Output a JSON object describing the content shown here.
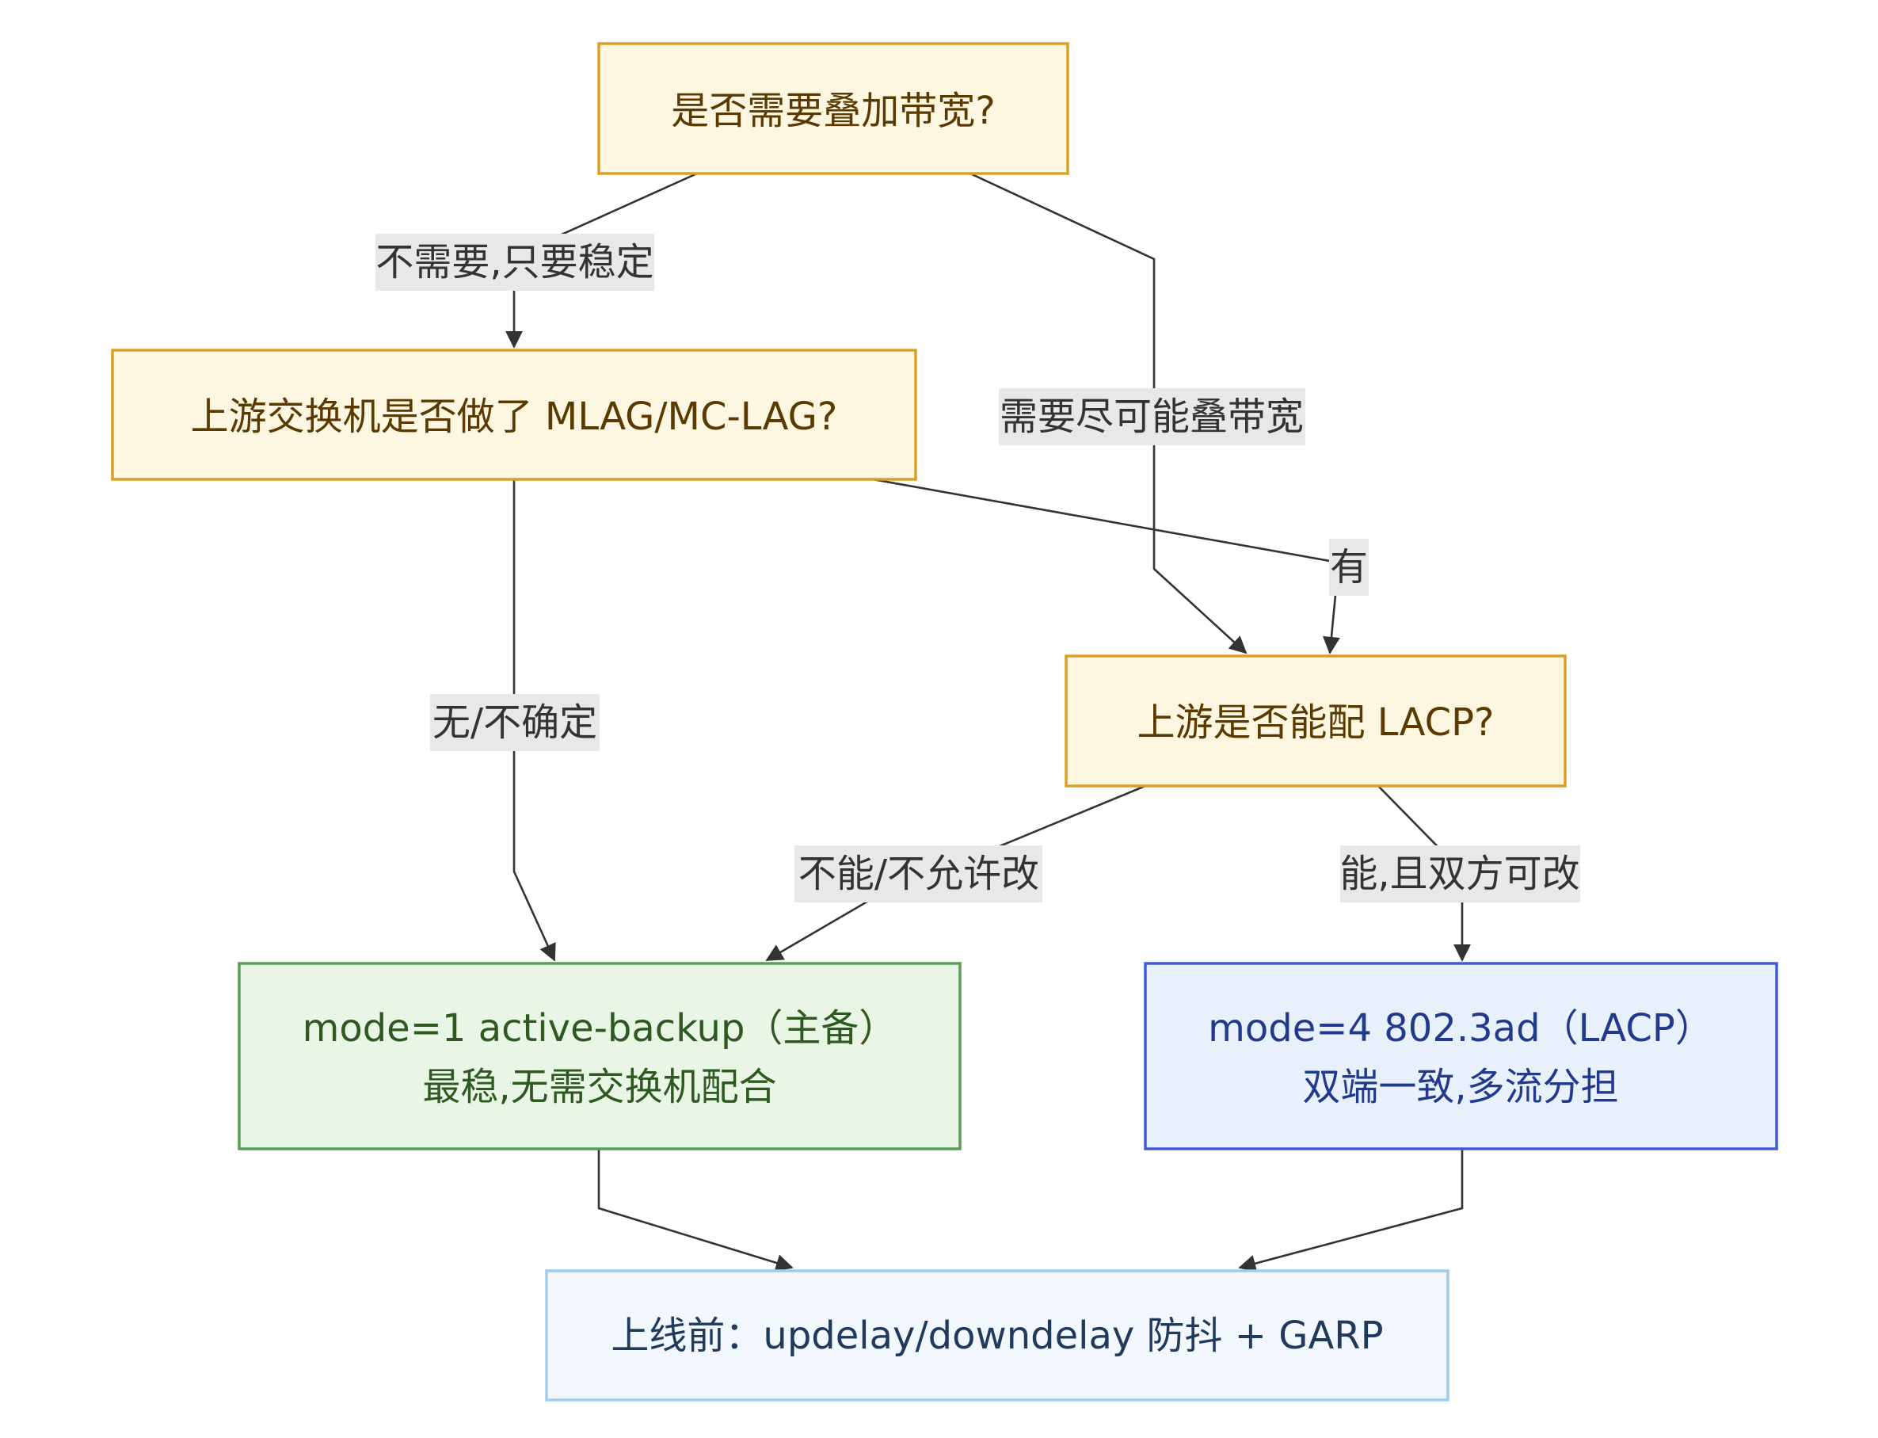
{
  "nodes": {
    "q_bandwidth": {
      "text": "是否需要叠加带宽?",
      "fill": "#fdf7e1",
      "stroke": "#d8a024",
      "text_color": "#5a3a00"
    },
    "q_mlag": {
      "text": "上游交换机是否做了 MLAG/MC-LAG?",
      "fill": "#fdf7e1",
      "stroke": "#d8a024",
      "text_color": "#5a3a00"
    },
    "q_lacp": {
      "text": "上游是否能配 LACP?",
      "fill": "#fdf7e1",
      "stroke": "#d8a024",
      "text_color": "#5a3a00"
    },
    "mode1": {
      "line1": "mode=1 active-backup（主备）",
      "line2": "最稳,无需交换机配合",
      "fill": "#eaf6e5",
      "stroke": "#5a9e55",
      "text_color": "#2e5a22"
    },
    "mode4": {
      "line1": "mode=4 802.3ad（LACP）",
      "line2": "双端一致,多流分担",
      "fill": "#e8f0fb",
      "stroke": "#3d5bd6",
      "text_color": "#223a8c"
    },
    "final": {
      "text": "上线前：updelay/downdelay 防抖 + GARP",
      "fill": "#f1f7fd",
      "stroke": "#9fcdf0",
      "text_color": "#1f3a5a"
    }
  },
  "edge_labels": {
    "no_need": "不需要,只要稳定",
    "need": "需要尽可能叠带宽",
    "yes": "有",
    "none_unsure": "无/不确定",
    "cannot": "不能/不允许改",
    "can": "能,且双方可改"
  }
}
